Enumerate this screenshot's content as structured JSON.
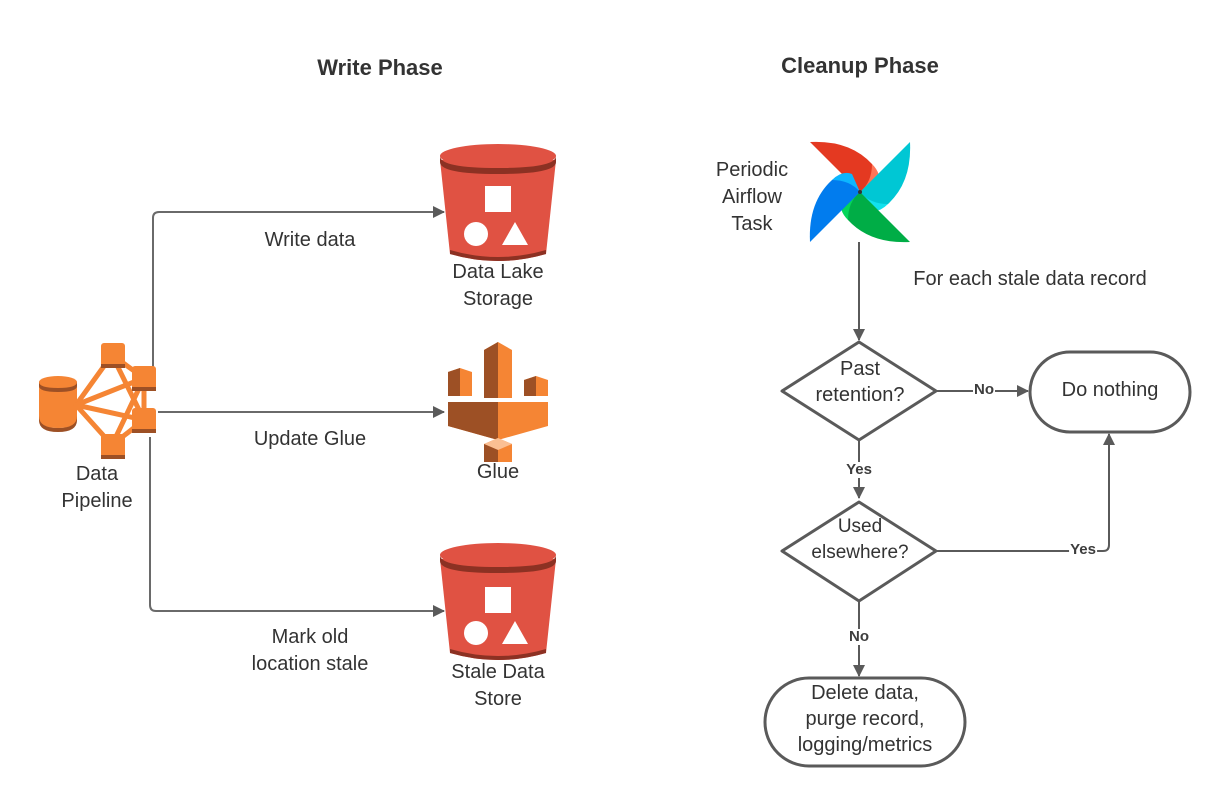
{
  "titles": {
    "write_phase": "Write Phase",
    "cleanup_phase": "Cleanup Phase"
  },
  "write_phase": {
    "source": {
      "icon": "aws-data-pipeline-icon",
      "label_line1": "Data",
      "label_line2": "Pipeline"
    },
    "targets": [
      {
        "icon": "aws-s3-bucket-icon",
        "label_line1": "Data Lake",
        "label_line2": "Storage",
        "edge_label_line1": "Write data",
        "edge_label_line2": ""
      },
      {
        "icon": "aws-glue-icon",
        "label_line1": "Glue",
        "label_line2": "",
        "edge_label_line1": "Update Glue",
        "edge_label_line2": ""
      },
      {
        "icon": "aws-s3-bucket-icon",
        "label_line1": "Stale Data",
        "label_line2": "Store",
        "edge_label_line1": "Mark old",
        "edge_label_line2": "location stale"
      }
    ]
  },
  "cleanup_phase": {
    "trigger": {
      "icon": "apache-airflow-icon",
      "label_line1": "Periodic",
      "label_line2": "Airflow",
      "label_line3": "Task"
    },
    "loop_label": "For each stale data record",
    "decision1": {
      "line1": "Past",
      "line2": "retention?"
    },
    "decision2": {
      "line1": "Used",
      "line2": "elsewhere?"
    },
    "terminal_nothing": "Do nothing",
    "terminal_delete": {
      "line1": "Delete data,",
      "line2": "purge record,",
      "line3": "logging/metrics"
    },
    "edge_labels": {
      "d1_no": "No",
      "d1_yes": "Yes",
      "d2_yes": "Yes",
      "d2_no": "No"
    }
  },
  "colors": {
    "s3_red": "#e05243",
    "s3_dark": "#8c3123",
    "aws_orange": "#f58534",
    "aws_orange_dark": "#9d5025",
    "line": "#5a5a5a",
    "text": "#333333"
  }
}
